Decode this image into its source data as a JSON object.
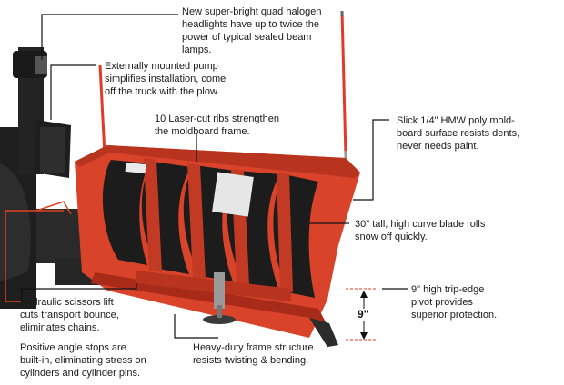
{
  "callouts": {
    "headlights": [
      "New super-bright quad halogen",
      "headlights have up to twice the",
      "power of typical sealed beam",
      "lamps."
    ],
    "pump": [
      "Externally mounted pump",
      "simplifies installation, come",
      "off the truck with the plow."
    ],
    "ribs": [
      "10 Laser-cut ribs strengthen",
      "the moldboard frame."
    ],
    "poly": [
      "Slick 1/4\" HMW poly mold-",
      "board surface resists dents,",
      "never needs paint."
    ],
    "curve": [
      "30\" tall, high curve blade rolls",
      "snow off quickly."
    ],
    "tripedge": [
      "9\" high trip-edge",
      "pivot provides",
      "superior protection."
    ],
    "scissors": [
      "Hydraulic scissors lift",
      "cuts transport bounce,",
      "eliminates chains."
    ],
    "anglestops": [
      "Positive angle stops are",
      "built-in, eliminating stress on",
      "cylinders and cylinder pins."
    ],
    "frame": [
      "Heavy-duty frame structure",
      "resists twisting & bending."
    ]
  },
  "dimension_label": "9\"",
  "colors": {
    "plow_red": "#d8432a",
    "plow_dark": "#a82a18",
    "blade_black": "#1c1c1c",
    "frame_dark": "#2a2a2a",
    "leader_line": "#111111",
    "scissor_line": "#e0401c",
    "marker_pole": "#e23a2a"
  }
}
